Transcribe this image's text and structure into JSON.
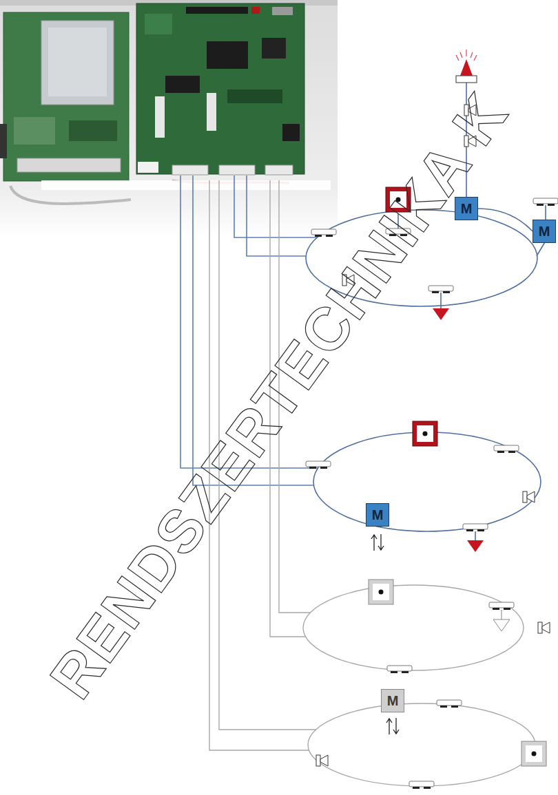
{
  "diagram": {
    "nodes": [
      {
        "text": [
          "M"
        ]
      },
      {
        "text": [
          "M"
        ]
      },
      {
        "text": [
          "M"
        ]
      },
      {
        "text": [
          "M"
        ]
      }
    ],
    "edges": [
      {
        "from": 0,
        "to": 1,
        "arrow": "none"
      }
    ],
    "labels": [
      "RENDSZERTECHNIKA K"
    ]
  }
}
